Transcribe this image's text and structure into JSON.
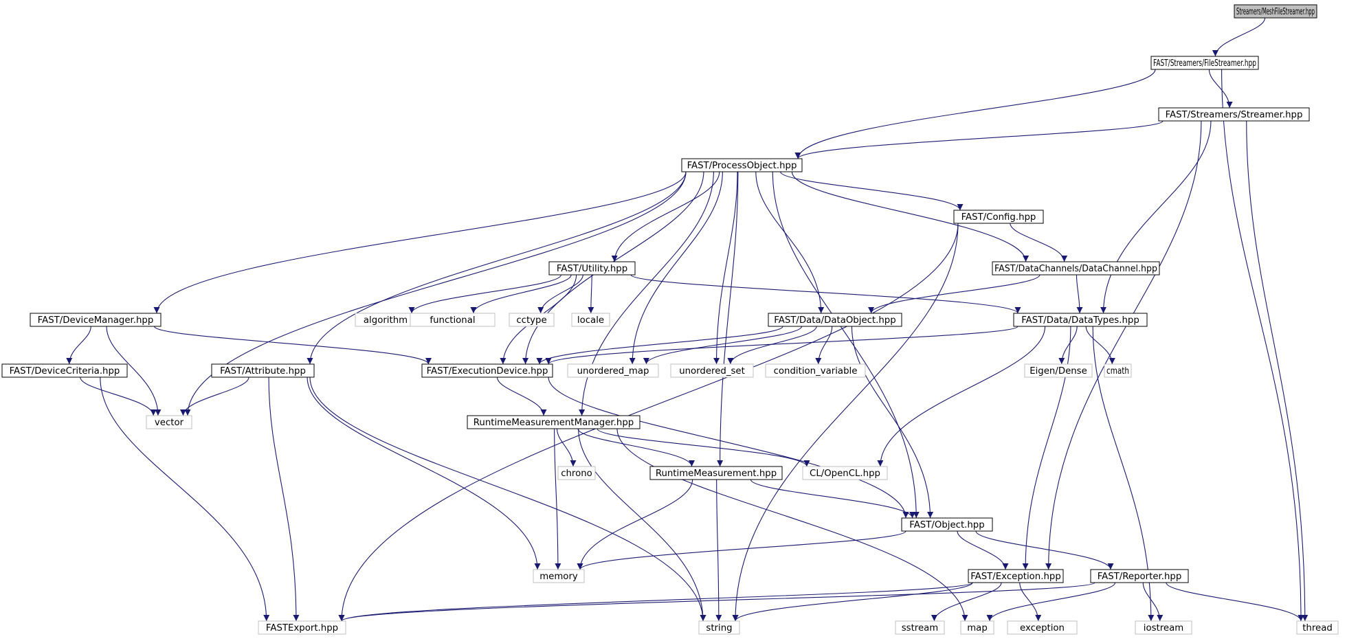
{
  "colors": {
    "edge": "#191970",
    "node_border_local": "#000000",
    "node_border_external": "#bfbfbf",
    "node_fill_root": "#bfbfbf",
    "node_fill": "#ffffff",
    "text": "#000000"
  },
  "nodes": [
    {
      "id": "root",
      "label": "Streamers/MeshFileStreamer.hpp",
      "kind": "root"
    },
    {
      "id": "filestreamer",
      "label": "FAST/Streamers/FileStreamer.hpp",
      "kind": "local"
    },
    {
      "id": "streamer",
      "label": "FAST/Streamers/Streamer.hpp",
      "kind": "local"
    },
    {
      "id": "processobject",
      "label": "FAST/ProcessObject.hpp",
      "kind": "local"
    },
    {
      "id": "config",
      "label": "FAST/Config.hpp",
      "kind": "local"
    },
    {
      "id": "utility",
      "label": "FAST/Utility.hpp",
      "kind": "local"
    },
    {
      "id": "datachannel",
      "label": "FAST/DataChannels/DataChannel.hpp",
      "kind": "local"
    },
    {
      "id": "devicemanager",
      "label": "FAST/DeviceManager.hpp",
      "kind": "local"
    },
    {
      "id": "algorithm",
      "label": "algorithm",
      "kind": "external"
    },
    {
      "id": "functional",
      "label": "functional",
      "kind": "external"
    },
    {
      "id": "cctype",
      "label": "cctype",
      "kind": "external"
    },
    {
      "id": "locale",
      "label": "locale",
      "kind": "external"
    },
    {
      "id": "dataobject",
      "label": "FAST/Data/DataObject.hpp",
      "kind": "local"
    },
    {
      "id": "datatypes",
      "label": "FAST/Data/DataTypes.hpp",
      "kind": "local"
    },
    {
      "id": "devicecriteria",
      "label": "FAST/DeviceCriteria.hpp",
      "kind": "local"
    },
    {
      "id": "attribute",
      "label": "FAST/Attribute.hpp",
      "kind": "local"
    },
    {
      "id": "executiondevice",
      "label": "FAST/ExecutionDevice.hpp",
      "kind": "local"
    },
    {
      "id": "unordered_map",
      "label": "unordered_map",
      "kind": "external"
    },
    {
      "id": "unordered_set",
      "label": "unordered_set",
      "kind": "external"
    },
    {
      "id": "condition_variable",
      "label": "condition_variable",
      "kind": "external"
    },
    {
      "id": "eigendense",
      "label": "Eigen/Dense",
      "kind": "external"
    },
    {
      "id": "cmath",
      "label": "cmath",
      "kind": "external"
    },
    {
      "id": "vector",
      "label": "vector",
      "kind": "external"
    },
    {
      "id": "rtmmanager",
      "label": "RuntimeMeasurementManager.hpp",
      "kind": "local"
    },
    {
      "id": "chrono",
      "label": "chrono",
      "kind": "external"
    },
    {
      "id": "rtm",
      "label": "RuntimeMeasurement.hpp",
      "kind": "local"
    },
    {
      "id": "opencl",
      "label": "CL/OpenCL.hpp",
      "kind": "external"
    },
    {
      "id": "object",
      "label": "FAST/Object.hpp",
      "kind": "local"
    },
    {
      "id": "memory",
      "label": "memory",
      "kind": "external"
    },
    {
      "id": "exception_hpp",
      "label": "FAST/Exception.hpp",
      "kind": "local"
    },
    {
      "id": "reporter",
      "label": "FAST/Reporter.hpp",
      "kind": "local"
    },
    {
      "id": "fastexport",
      "label": "FASTExport.hpp",
      "kind": "external"
    },
    {
      "id": "string",
      "label": "string",
      "kind": "external"
    },
    {
      "id": "sstream",
      "label": "sstream",
      "kind": "external"
    },
    {
      "id": "map",
      "label": "map",
      "kind": "external"
    },
    {
      "id": "exception",
      "label": "exception",
      "kind": "external"
    },
    {
      "id": "iostream",
      "label": "iostream",
      "kind": "external"
    },
    {
      "id": "thread",
      "label": "thread",
      "kind": "external"
    }
  ],
  "edges": [
    [
      "root",
      "filestreamer"
    ],
    [
      "filestreamer",
      "streamer"
    ],
    [
      "filestreamer",
      "processobject"
    ],
    [
      "filestreamer",
      "thread"
    ],
    [
      "streamer",
      "processobject"
    ],
    [
      "streamer",
      "datatypes"
    ],
    [
      "streamer",
      "exception_hpp"
    ],
    [
      "streamer",
      "thread"
    ],
    [
      "processobject",
      "config"
    ],
    [
      "processobject",
      "utility"
    ],
    [
      "processobject",
      "datachannel"
    ],
    [
      "processobject",
      "devicemanager"
    ],
    [
      "processobject",
      "dataobject"
    ],
    [
      "processobject",
      "attribute"
    ],
    [
      "processobject",
      "executiondevice"
    ],
    [
      "processobject",
      "unordered_map"
    ],
    [
      "processobject",
      "unordered_set"
    ],
    [
      "processobject",
      "vector"
    ],
    [
      "processobject",
      "rtmmanager"
    ],
    [
      "processobject",
      "rtm"
    ],
    [
      "processobject",
      "object"
    ],
    [
      "config",
      "datachannel"
    ],
    [
      "config",
      "fastexport"
    ],
    [
      "config",
      "string"
    ],
    [
      "utility",
      "algorithm"
    ],
    [
      "utility",
      "functional"
    ],
    [
      "utility",
      "cctype"
    ],
    [
      "utility",
      "locale"
    ],
    [
      "utility",
      "executiondevice"
    ],
    [
      "utility",
      "datatypes"
    ],
    [
      "datachannel",
      "dataobject"
    ],
    [
      "datachannel",
      "datatypes"
    ],
    [
      "devicemanager",
      "devicecriteria"
    ],
    [
      "devicemanager",
      "executiondevice"
    ],
    [
      "devicemanager",
      "vector"
    ],
    [
      "dataobject",
      "executiondevice"
    ],
    [
      "dataobject",
      "unordered_map"
    ],
    [
      "dataobject",
      "unordered_set"
    ],
    [
      "dataobject",
      "condition_variable"
    ],
    [
      "dataobject",
      "object"
    ],
    [
      "datatypes",
      "executiondevice"
    ],
    [
      "datatypes",
      "eigendense"
    ],
    [
      "datatypes",
      "cmath"
    ],
    [
      "datatypes",
      "opencl"
    ],
    [
      "datatypes",
      "exception_hpp"
    ],
    [
      "datatypes",
      "iostream"
    ],
    [
      "devicecriteria",
      "vector"
    ],
    [
      "devicecriteria",
      "fastexport"
    ],
    [
      "attribute",
      "vector"
    ],
    [
      "attribute",
      "memory"
    ],
    [
      "attribute",
      "fastexport"
    ],
    [
      "attribute",
      "string"
    ],
    [
      "executiondevice",
      "rtmmanager"
    ],
    [
      "executiondevice",
      "object"
    ],
    [
      "rtmmanager",
      "chrono"
    ],
    [
      "rtmmanager",
      "rtm"
    ],
    [
      "rtmmanager",
      "opencl"
    ],
    [
      "rtmmanager",
      "memory"
    ],
    [
      "rtmmanager",
      "string"
    ],
    [
      "rtmmanager",
      "map"
    ],
    [
      "rtm",
      "object"
    ],
    [
      "rtm",
      "memory"
    ],
    [
      "rtm",
      "string"
    ],
    [
      "object",
      "memory"
    ],
    [
      "object",
      "exception_hpp"
    ],
    [
      "object",
      "reporter"
    ],
    [
      "exception_hpp",
      "fastexport"
    ],
    [
      "exception_hpp",
      "string"
    ],
    [
      "exception_hpp",
      "sstream"
    ],
    [
      "exception_hpp",
      "exception"
    ],
    [
      "reporter",
      "fastexport"
    ],
    [
      "reporter",
      "iostream"
    ],
    [
      "reporter",
      "map"
    ],
    [
      "reporter",
      "thread"
    ]
  ]
}
